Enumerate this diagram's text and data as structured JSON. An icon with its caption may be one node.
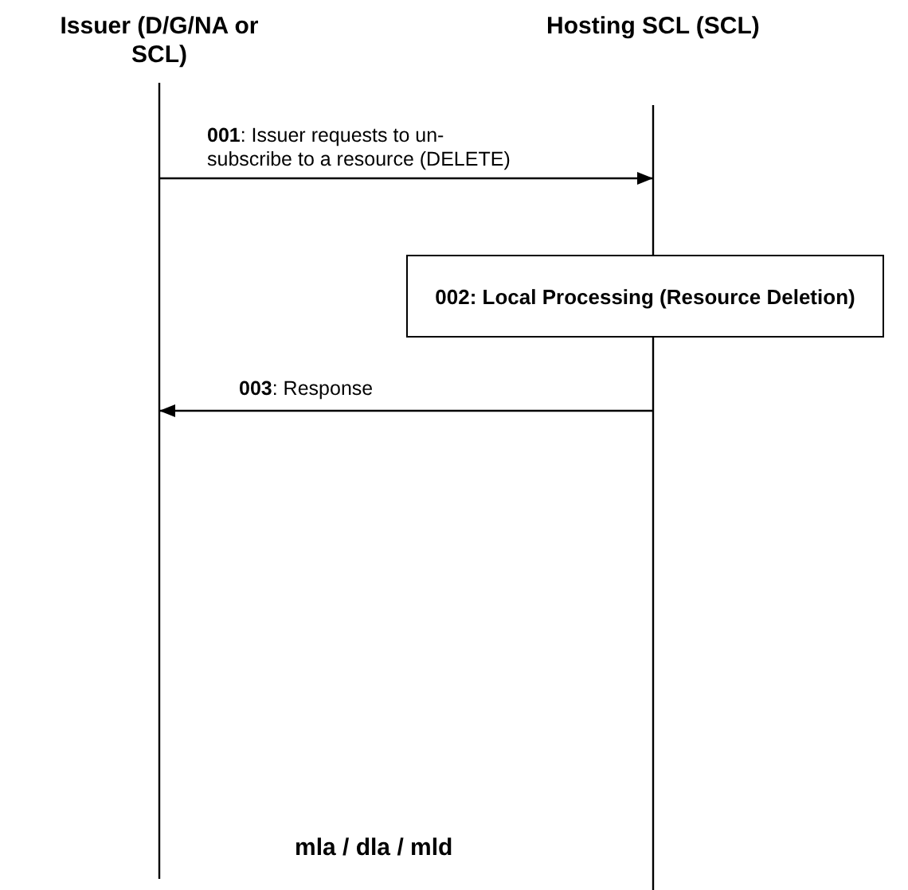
{
  "diagram": {
    "nodes": [
      {
        "text": [
          "Issuer (D/G/NA or SCL)"
        ]
      },
      {
        "text": [
          "Hosting SCL (SCL)"
        ]
      },
      {
        "text": [
          "002: Local Processing (Resource Deletion)"
        ]
      }
    ],
    "edges": [
      {
        "from": 0,
        "to": 1,
        "arrow": "to",
        "label": "**001**: Issuer requests to un-subscribe to a resource (DELETE)"
      },
      {
        "from": 1,
        "to": 0,
        "arrow": "to",
        "label": "**003**: Response"
      }
    ],
    "labels": [
      "mla / dla / mld"
    ]
  }
}
